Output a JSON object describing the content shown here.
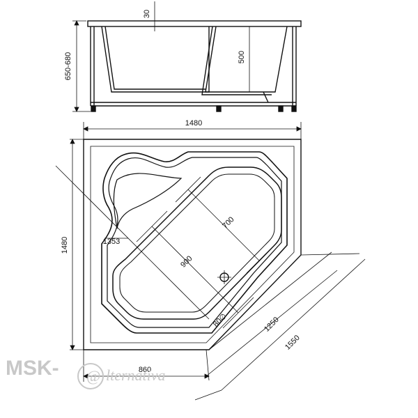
{
  "side_view": {
    "rim_thickness": "30",
    "tub_depth": "500",
    "overall_height": "650-680"
  },
  "plan_view": {
    "overall_width": "1480",
    "overall_depth": "1480",
    "corner_radius_dim": "1353",
    "inner_length": "900",
    "inner_width": "700",
    "edge_offset": "80∅",
    "diagonal_inner": "1250",
    "diagonal_outer": "1550",
    "side_length": "860"
  },
  "watermark": {
    "brand": "MSK-",
    "script": "lternativa"
  }
}
